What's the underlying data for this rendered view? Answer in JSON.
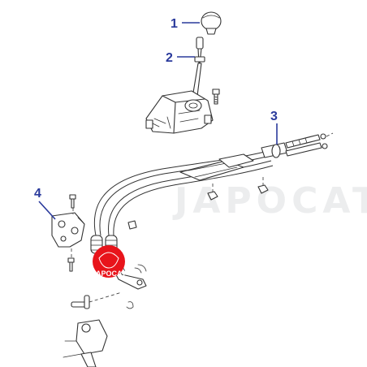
{
  "callouts": [
    {
      "number": "1",
      "part": "shift-knob"
    },
    {
      "number": "2",
      "part": "shift-lever"
    },
    {
      "number": "3",
      "part": "shift-cable-assembly"
    },
    {
      "number": "4",
      "part": "cable-bracket"
    }
  ],
  "watermark": {
    "text": "JAPOCAT"
  },
  "logo": {
    "text": "JAPOCAT",
    "color": "#e8141b"
  },
  "colors": {
    "callout": "#2a3a9c",
    "line": "#333333",
    "logo": "#e8141b"
  }
}
